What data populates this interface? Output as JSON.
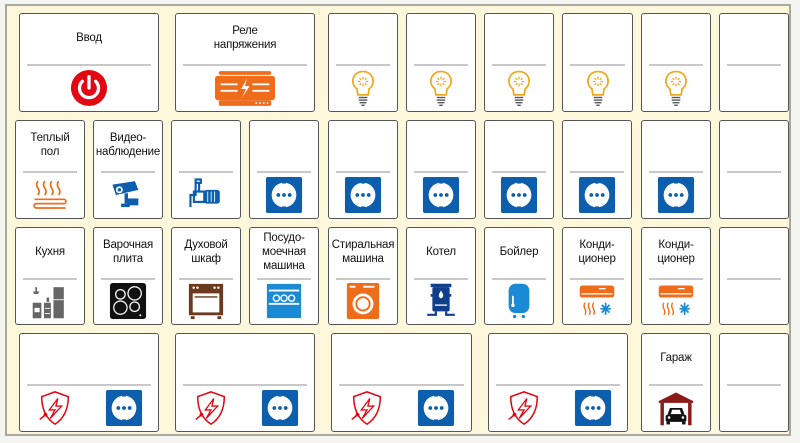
{
  "rows": [
    {
      "cards": [
        {
          "label": "Ввод",
          "icons": [
            "power-icon"
          ]
        },
        {
          "label": "Реле\nнапряжения",
          "icons": [
            "voltage-relay-icon"
          ]
        },
        {
          "label": "",
          "icons": [
            "light-bulb-icon"
          ]
        },
        {
          "label": "",
          "icons": [
            "light-bulb-icon"
          ]
        },
        {
          "label": "",
          "icons": [
            "light-bulb-icon"
          ]
        },
        {
          "label": "",
          "icons": [
            "light-bulb-icon"
          ]
        },
        {
          "label": "",
          "icons": [
            "light-bulb-icon"
          ]
        },
        {
          "label": "",
          "icons": []
        }
      ]
    },
    {
      "cards": [
        {
          "label": "Теплый\nпол",
          "icons": [
            "floor-heating-icon"
          ]
        },
        {
          "label": "Видео-\nнаблюдение",
          "icons": [
            "cctv-camera-icon"
          ]
        },
        {
          "label": "",
          "icons": [
            "pump-icon"
          ]
        },
        {
          "label": "",
          "icons": [
            "socket-icon"
          ]
        },
        {
          "label": "",
          "icons": [
            "socket-icon"
          ]
        },
        {
          "label": "",
          "icons": [
            "socket-icon"
          ]
        },
        {
          "label": "",
          "icons": [
            "socket-icon"
          ]
        },
        {
          "label": "",
          "icons": [
            "socket-icon"
          ]
        },
        {
          "label": "",
          "icons": [
            "socket-icon"
          ]
        },
        {
          "label": "",
          "icons": []
        }
      ]
    },
    {
      "cards": [
        {
          "label": "Кухня",
          "icons": [
            "kitchen-icon"
          ]
        },
        {
          "label": "Варочная\nплита",
          "icons": [
            "cooktop-icon"
          ]
        },
        {
          "label": "Духовой\nшкаф",
          "icons": [
            "oven-icon"
          ]
        },
        {
          "label": "Посудо-\nмоечная\nмашина",
          "icons": [
            "dishwasher-icon"
          ]
        },
        {
          "label": "Стиральная\nмашина",
          "icons": [
            "washing-machine-icon"
          ]
        },
        {
          "label": "Котел",
          "icons": [
            "boiler-icon"
          ]
        },
        {
          "label": "Бойлер",
          "icons": [
            "water-heater-icon"
          ]
        },
        {
          "label": "Конди-\nционер",
          "icons": [
            "air-conditioner-icon"
          ]
        },
        {
          "label": "Конди-\nционер",
          "icons": [
            "air-conditioner-icon"
          ]
        },
        {
          "label": "",
          "icons": []
        }
      ]
    },
    {
      "cards": [
        {
          "label": "",
          "icons": [
            "surge-protection-icon",
            "socket-icon"
          ]
        },
        {
          "label": "",
          "icons": [
            "surge-protection-icon",
            "socket-icon"
          ]
        },
        {
          "label": "",
          "icons": [
            "surge-protection-icon",
            "socket-icon"
          ]
        },
        {
          "label": "",
          "icons": [
            "surge-protection-icon",
            "socket-icon"
          ]
        },
        {
          "label": "Гараж",
          "icons": [
            "garage-icon"
          ]
        },
        {
          "label": "",
          "icons": []
        }
      ]
    }
  ],
  "colors": {
    "red": "#e30613",
    "orange": "#ef6c1a",
    "blue": "#0d5fae",
    "bulb": "#f2a81d",
    "panel": "#fdf8dc"
  }
}
